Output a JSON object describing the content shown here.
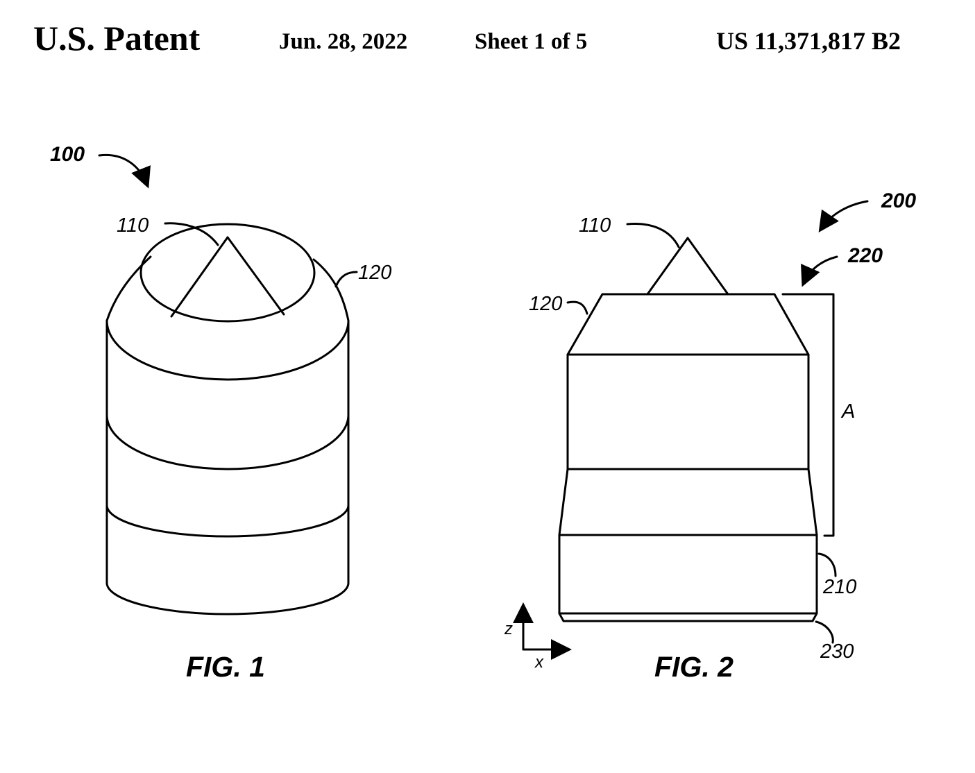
{
  "header": {
    "patent_label": "U.S. Patent",
    "date": "Jun. 28, 2022",
    "sheet": "Sheet 1 of 5",
    "patent_number": "US 11,371,817 B2"
  },
  "figure1": {
    "caption": "FIG. 1",
    "ref_assembly": "100",
    "ref_tip": "110",
    "ref_cone": "120"
  },
  "figure2": {
    "caption": "FIG. 2",
    "ref_assembly": "200",
    "ref_top": "220",
    "ref_tip": "110",
    "ref_cone": "120",
    "ref_base": "210",
    "ref_bottom": "230",
    "dimension_label": "A",
    "axis_z": "z",
    "axis_x": "x"
  }
}
